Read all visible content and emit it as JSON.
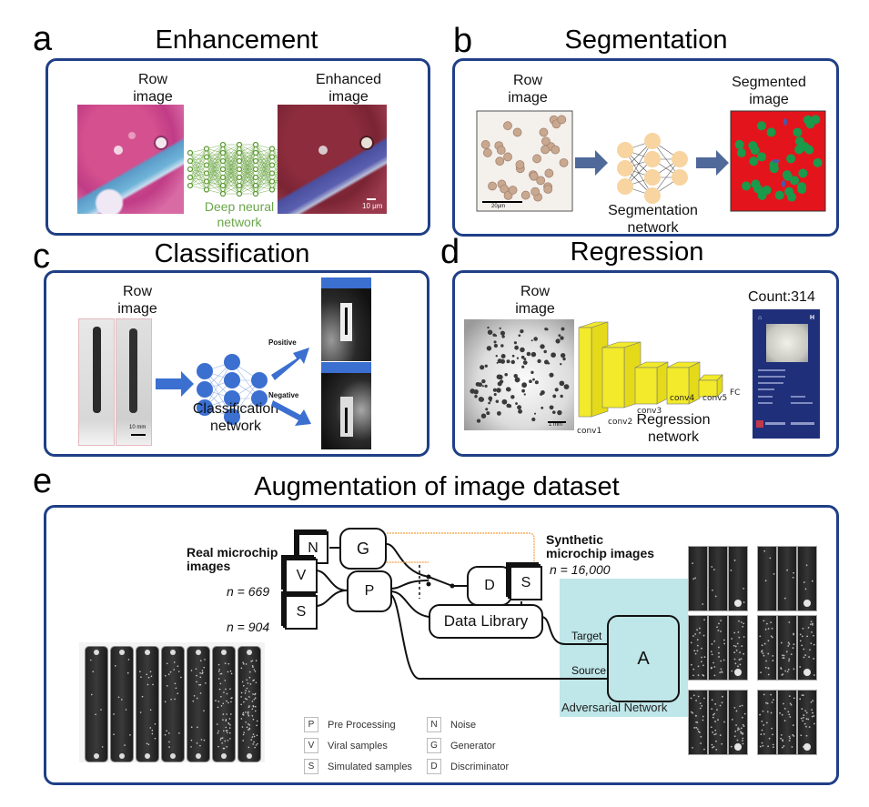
{
  "panels": {
    "a": {
      "letter": "a",
      "title": "Enhancement",
      "input_label": [
        "Row",
        "image"
      ],
      "output_label": [
        "Enhanced",
        "image"
      ],
      "network_label": [
        "Deep neural",
        "network"
      ],
      "scale_bar": "10 μm",
      "network_color": "#5a9a2e"
    },
    "b": {
      "letter": "b",
      "title": "Segmentation",
      "input_label": [
        "Row",
        "image"
      ],
      "output_label": [
        "Segmented",
        "image"
      ],
      "network_label": [
        "Segmentation",
        "network"
      ],
      "scale_bar": "20μm",
      "node_color": "#f8d4a0",
      "arrow_color": "#4f6a9a",
      "segment_bg": "#e4141c",
      "segment_fg": "#1a9a4a"
    },
    "c": {
      "letter": "c",
      "title": "Classification",
      "input_label": [
        "Row",
        "image"
      ],
      "network_label": [
        "Classification",
        "network"
      ],
      "positive_label": "Positive",
      "negative_label": "Negative",
      "scale_bar": "10 mm",
      "accent": "#3b6fd0"
    },
    "d": {
      "letter": "d",
      "title": "Regression",
      "input_label": [
        "Row",
        "image"
      ],
      "network_label": [
        "Regression",
        "network"
      ],
      "count_label": "Count:314",
      "scale_bar": "1 mm",
      "layers": [
        "conv1",
        "conv2",
        "conv3",
        "conv4",
        "conv5",
        "FC"
      ],
      "layer_color": "#f2ea2a",
      "phone_bg": "#1f2f7a"
    },
    "e": {
      "letter": "e",
      "title": "Augmentation of image dataset",
      "real_label": [
        "Real microchip",
        "images"
      ],
      "n_viral": "n = 669",
      "n_sim": "n = 904",
      "synthetic_label": [
        "Synthetic",
        "microchip images"
      ],
      "n_synthetic": "n = 16,000",
      "nodes": {
        "N": "N",
        "G": "G",
        "V": "V",
        "S": "S",
        "P": "P",
        "D": "D",
        "S2": "S",
        "A": "A"
      },
      "data_library": "Data Library",
      "target_label": "Target",
      "source_label": "Source",
      "adversarial_label": "Adversarial Network",
      "adversarial_bg": "#bfe6e8",
      "legend": [
        {
          "key": "P",
          "text": "Pre Processing"
        },
        {
          "key": "V",
          "text": "Viral samples"
        },
        {
          "key": "S",
          "text": "Simulated samples"
        },
        {
          "key": "N",
          "text": "Noise"
        },
        {
          "key": "G",
          "text": "Generator"
        },
        {
          "key": "D",
          "text": "Discriminator"
        }
      ]
    }
  }
}
